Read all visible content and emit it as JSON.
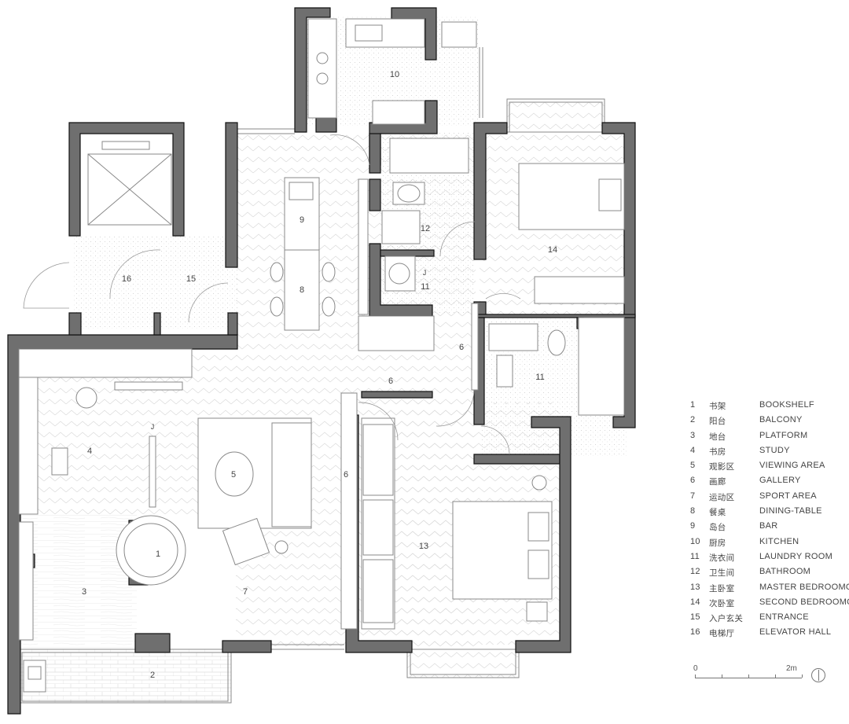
{
  "room_labels": [
    "1",
    "2",
    "3",
    "4",
    "5",
    "6",
    "6",
    "6",
    "7",
    "8",
    "9",
    "10",
    "11",
    "11",
    "12",
    "13",
    "14",
    "15",
    "16"
  ],
  "markers": [
    "J",
    "J"
  ],
  "legend": [
    {
      "num": "1",
      "zh": "书架",
      "en": "BOOKSHELF"
    },
    {
      "num": "2",
      "zh": "阳台",
      "en": "BALCONY"
    },
    {
      "num": "3",
      "zh": "地台",
      "en": "PLATFORM"
    },
    {
      "num": "4",
      "zh": "书房",
      "en": "STUDY"
    },
    {
      "num": "5",
      "zh": "观影区",
      "en": "VIEWING  AREA"
    },
    {
      "num": "6",
      "zh": "画廊",
      "en": "GALLERY"
    },
    {
      "num": "7",
      "zh": "运动区",
      "en": "SPORT AREA"
    },
    {
      "num": "8",
      "zh": "餐桌",
      "en": "DINING-TABLE"
    },
    {
      "num": "9",
      "zh": "岛台",
      "en": "BAR"
    },
    {
      "num": "10",
      "zh": "厨房",
      "en": "KITCHEN"
    },
    {
      "num": "11",
      "zh": "洗衣间",
      "en": "LAUNDRY ROOM"
    },
    {
      "num": "12",
      "zh": "卫生间",
      "en": "BATHROOM"
    },
    {
      "num": "13",
      "zh": "主卧室",
      "en": "MASTER BEDROOMO"
    },
    {
      "num": "14",
      "zh": "次卧室",
      "en": "SECOND BEDROOMO"
    },
    {
      "num": "15",
      "zh": "入户玄关",
      "en": "ENTRANCE"
    },
    {
      "num": "16",
      "zh": "电梯厅",
      "en": "ELEVATOR HALL"
    }
  ],
  "scale": {
    "start": "0",
    "end": "2m"
  },
  "colors": {
    "wall": "#6f6f6f",
    "wall_edge": "#111111",
    "line": "#8a8a8a",
    "floor_pattern": "#d8d8d8"
  }
}
